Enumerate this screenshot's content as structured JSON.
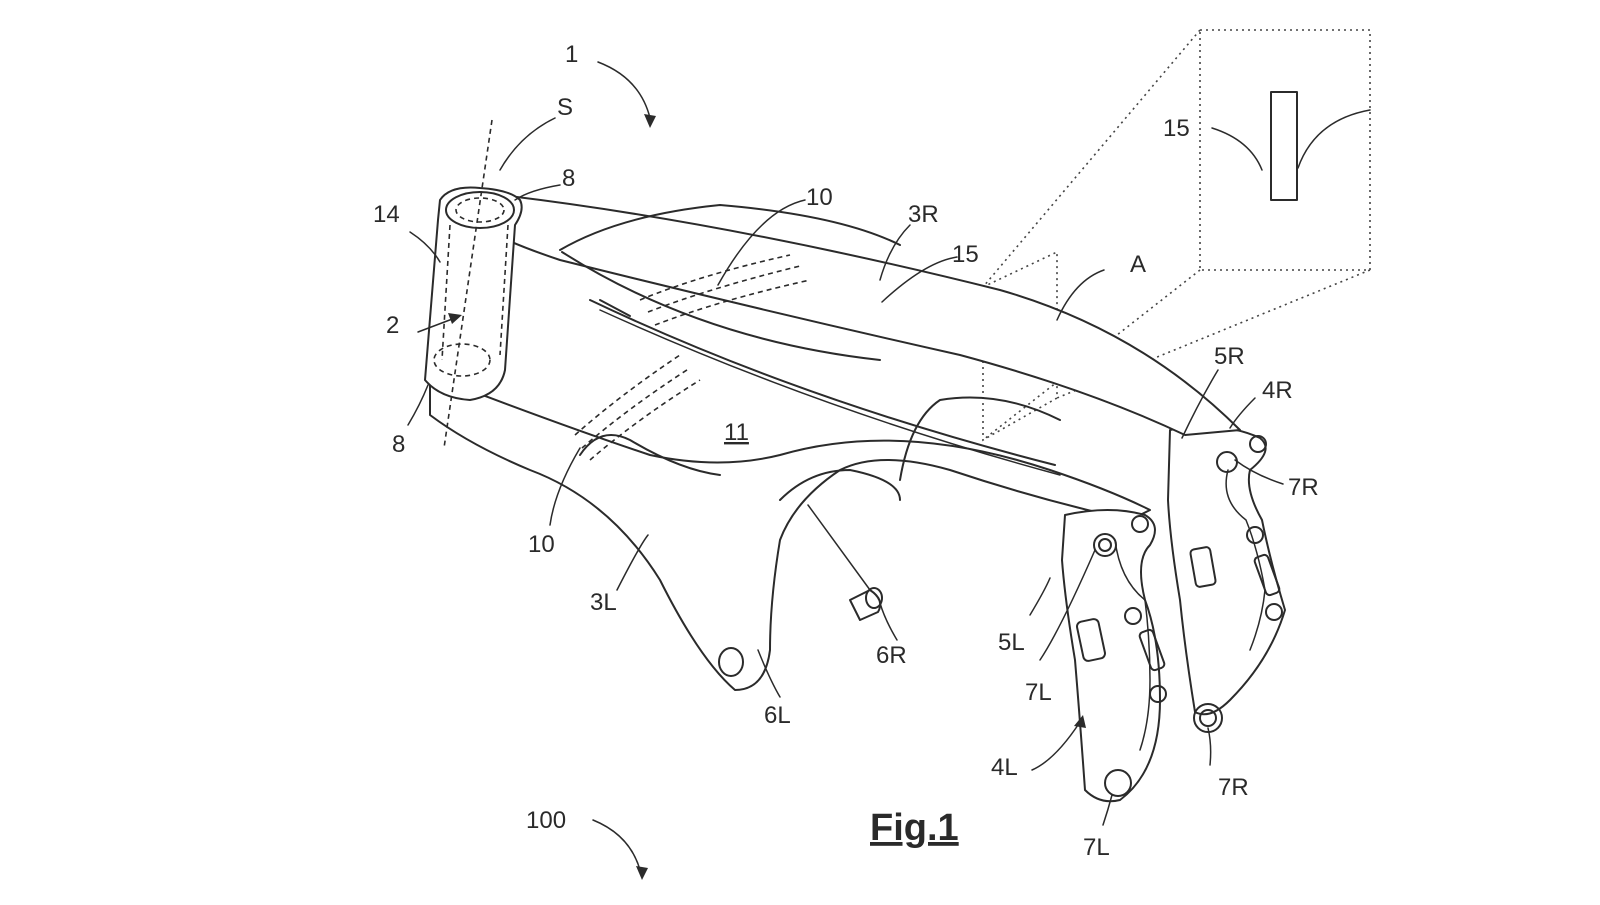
{
  "figure": {
    "title": "Fig.1",
    "labels": {
      "swingarm": "1",
      "steering_axis": "S",
      "pivot_top": "8",
      "pivot_bottom": "8",
      "headstock": "14",
      "tube": "2",
      "channel_top": "10",
      "channel_bottom": "10",
      "right_arm": "3R",
      "panel": "15",
      "panel_detail": "15",
      "detail_ref": "A",
      "face": "11",
      "left_arm": "3L",
      "mount_right": "6R",
      "mount_left": "6L",
      "fork_right_upper": "5R",
      "dropout_right": "4R",
      "hole_right_upper": "7R",
      "hole_right_lower": "7R",
      "fork_left_upper": "5L",
      "hole_left_upper": "7L",
      "dropout_left": "4L",
      "hole_left_lower": "7L",
      "vehicle": "100"
    }
  }
}
